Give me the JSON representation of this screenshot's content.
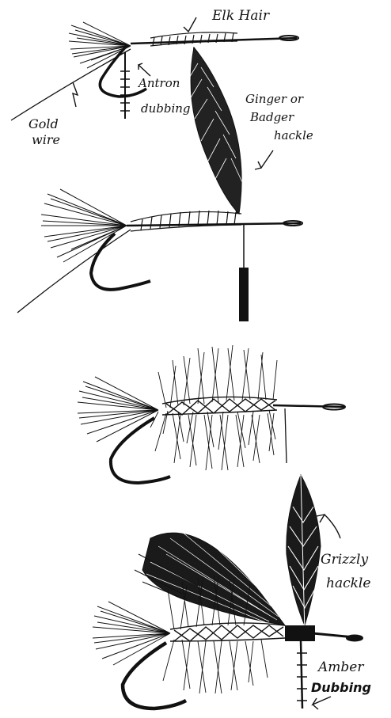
{
  "colors": {
    "ink": "#111111",
    "paper": "#ffffff"
  },
  "step1": {
    "label_elk_hair": "Elk Hair",
    "label_antron": "Antron",
    "label_dubbing": "dubbing",
    "label_gold": "Gold",
    "label_wire": "wire"
  },
  "step2": {
    "label_ginger": "Ginger or",
    "label_badger": "Badger",
    "label_hackle": "hackle"
  },
  "step4": {
    "label_grizzly": "Grizzly",
    "label_hackle": "hackle",
    "label_amber": "Amber",
    "label_dubbing": "Dubbing"
  }
}
